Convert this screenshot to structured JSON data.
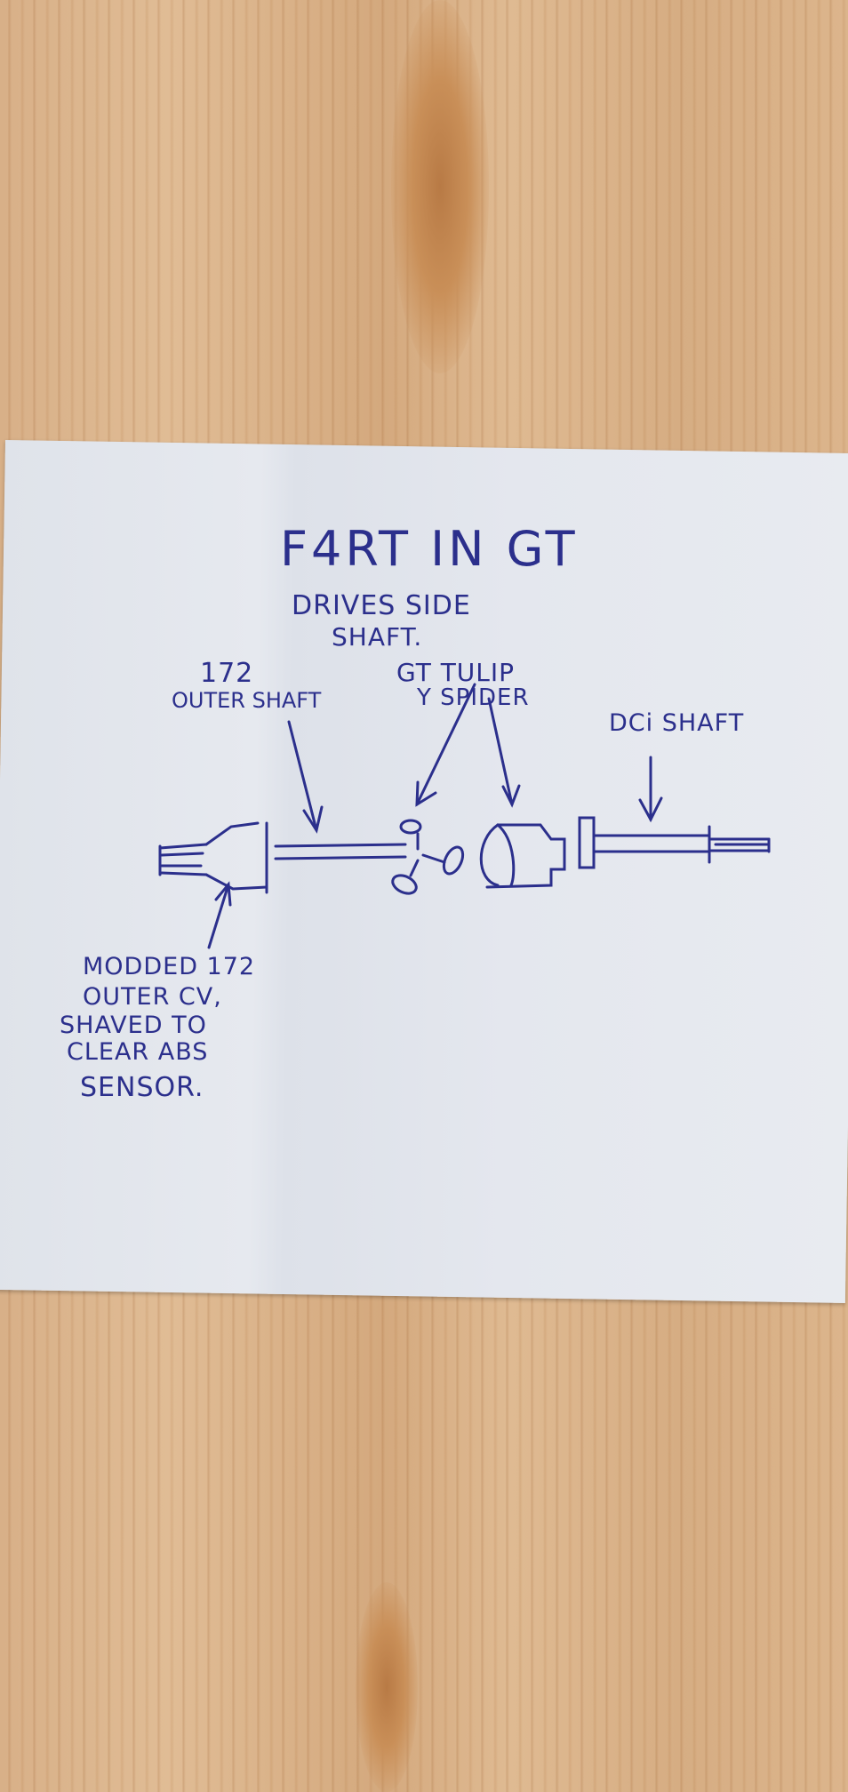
{
  "title": "F4RT IN GT",
  "subtitle_line1": "DRIVES SIDE",
  "subtitle_line2": "SHAFT.",
  "labels": {
    "outer_shaft_num": "172",
    "outer_shaft": "OUTER SHAFT",
    "tulip_line1": "GT TULIP",
    "tulip_line2": "Y SPIDER",
    "dci_shaft": "DCi SHAFT"
  },
  "note": [
    "MODDED 172",
    "OUTER CV,",
    "SHAVED TO",
    "CLEAR  ABS",
    "SENSOR."
  ],
  "colors": {
    "ink": "#2b2f8c",
    "paper": "#e3e6ed",
    "wood": "#d8b088"
  }
}
